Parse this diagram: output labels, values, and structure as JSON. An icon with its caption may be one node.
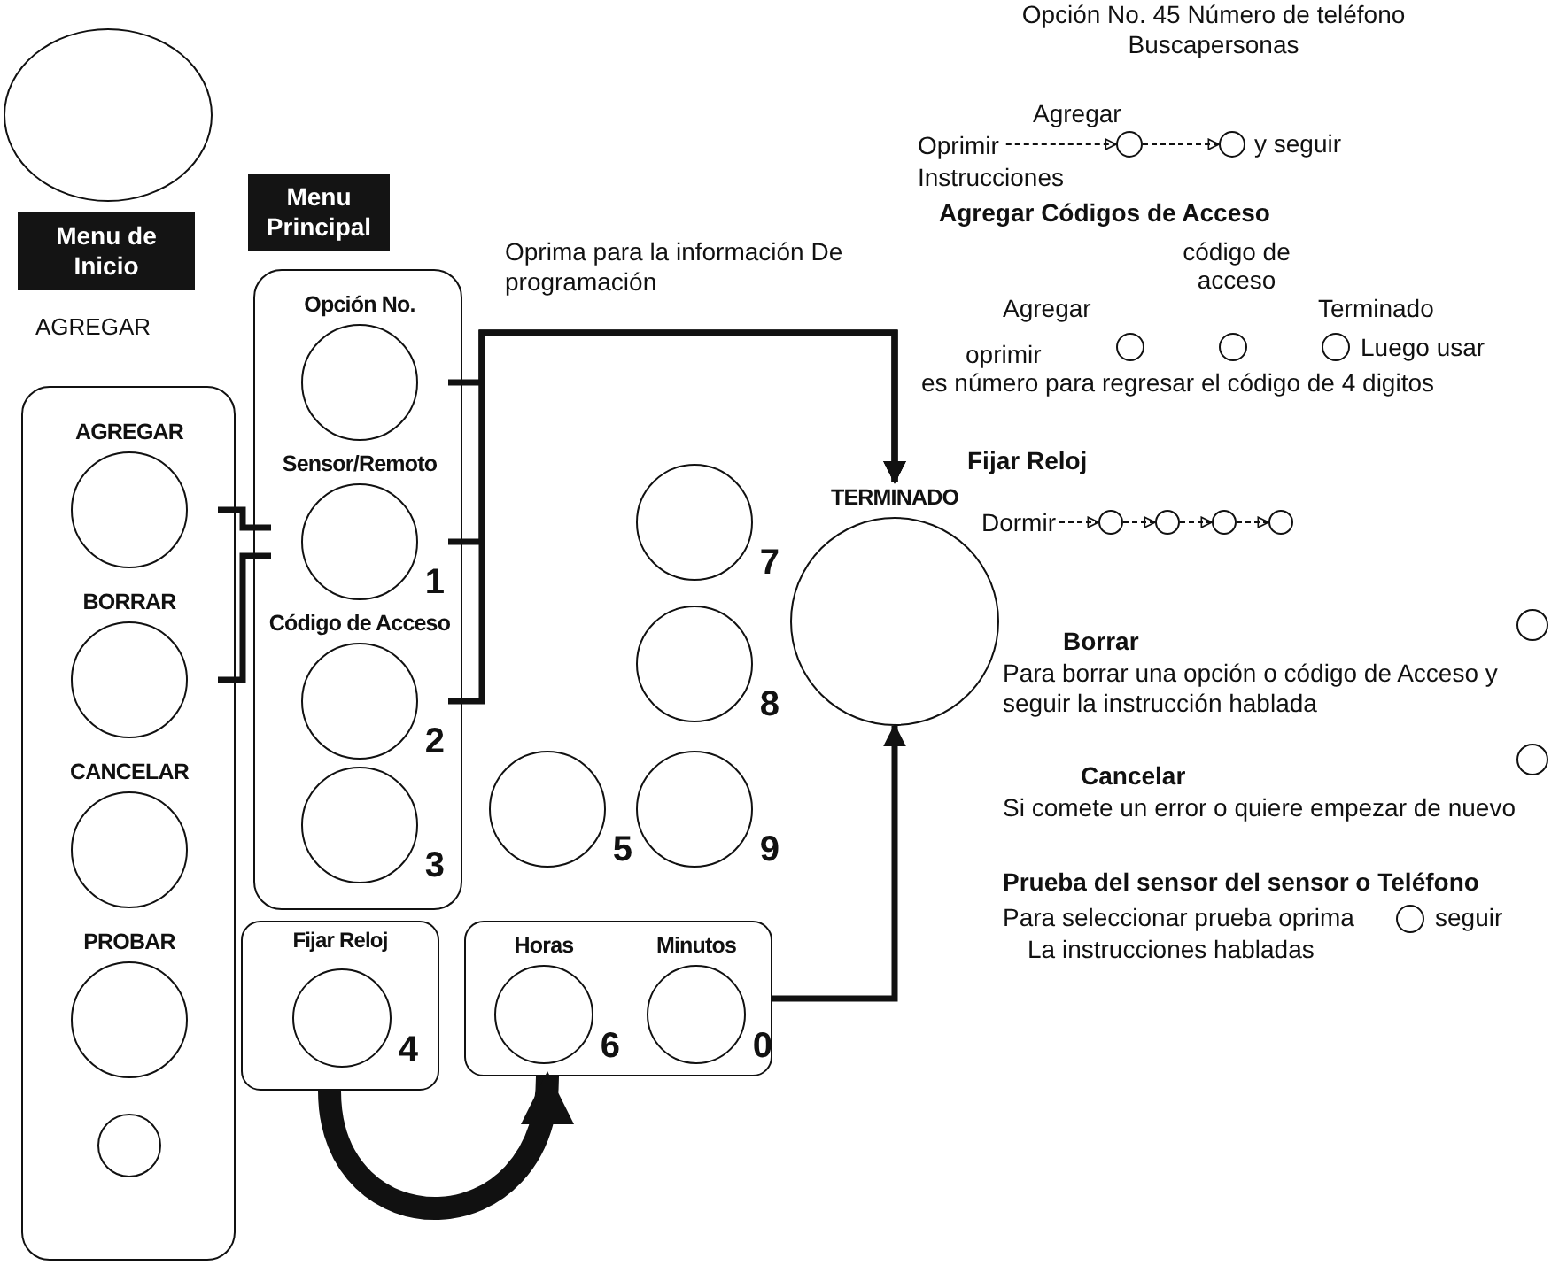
{
  "diagram": {
    "nodes": [
      {
        "text": [],
        "shape": "circle"
      },
      {
        "text": [],
        "shape": "box"
      },
      {
        "text": [
          "AGREGAR"
        ],
        "in": 1
      },
      {
        "text": [
          "BORRAR"
        ],
        "in": 1
      },
      {
        "text": [
          "CANCELAR"
        ],
        "in": 1
      },
      {
        "text": [
          "PROBAR"
        ],
        "in": 1
      },
      {
        "text": [],
        "shape": "circle",
        "in": 1
      },
      {
        "text": [],
        "shape": "box"
      },
      {
        "text": [
          "Opción No."
        ],
        "in": 7
      },
      {
        "text": [
          "Sensor/Remoto"
        ],
        "beside": [
          "1"
        ],
        "in": 7
      },
      {
        "text": [
          "Código de Acceso"
        ],
        "beside": [
          "2"
        ],
        "in": 7
      },
      {
        "text": [],
        "shape": "circle",
        "beside": [
          "3"
        ],
        "in": 7
      },
      {
        "text": [
          "Fijar Reloj"
        ]
      },
      {
        "text": [],
        "shape": "circle",
        "beside": [
          "4"
        ],
        "in": 12
      },
      {
        "text": [],
        "shape": "box"
      },
      {
        "text": [
          "Horas"
        ],
        "beside": [
          "6"
        ],
        "in": 14
      },
      {
        "text": [
          "Minutos"
        ],
        "beside": [
          "0"
        ],
        "in": 14
      },
      {
        "text": [],
        "shape": "circle",
        "beside": [
          "5"
        ]
      },
      {
        "text": [],
        "shape": "circle",
        "beside": [
          "7"
        ]
      },
      {
        "text": [],
        "shape": "circle",
        "beside": [
          "8"
        ]
      },
      {
        "text": [],
        "shape": "circle",
        "beside": [
          "9"
        ]
      },
      {
        "text": [
          "TERMINADO"
        ]
      },
      {
        "text": [],
        "shape": "circle",
        "beside": [
          "Agregar"
        ]
      },
      {
        "text": [],
        "shape": "circle"
      },
      {
        "text": [],
        "shape": "circle",
        "beside": [
          "Agregar"
        ]
      },
      {
        "text": [],
        "shape": "circle",
        "beside": [
          "código de acceso"
        ]
      },
      {
        "text": [],
        "shape": "circle",
        "beside": [
          "Terminado"
        ]
      },
      {
        "text": [],
        "shape": "circle"
      },
      {
        "text": [],
        "shape": "circle"
      },
      {
        "text": [],
        "shape": "circle"
      },
      {
        "text": [],
        "shape": "circle"
      },
      {
        "text": [],
        "shape": "circle"
      },
      {
        "text": [],
        "shape": "circle"
      },
      {
        "text": [],
        "shape": "circle"
      },
      {
        "text": [
          "Oprimir"
        ]
      },
      {
        "text": [
          "Dormir"
        ]
      }
    ],
    "edges": [
      {
        "from": 2,
        "to": 9,
        "arrow": "none"
      },
      {
        "from": 3,
        "to": 9,
        "arrow": "none"
      },
      {
        "from": 8,
        "to": 21,
        "arrow": "to"
      },
      {
        "from": 9,
        "to": 21,
        "arrow": "to"
      },
      {
        "from": 10,
        "to": 21,
        "arrow": "to"
      },
      {
        "from": 14,
        "to": 21,
        "arrow": "to"
      },
      {
        "from": 12,
        "to": 14,
        "arrow": "to",
        "style": "thick"
      },
      {
        "from": 34,
        "to": 22,
        "arrow": "to",
        "style": "dashed"
      },
      {
        "from": 22,
        "to": 23,
        "arrow": "to",
        "style": "dashed"
      },
      {
        "from": 35,
        "to": 27,
        "arrow": "to",
        "style": "dashed"
      },
      {
        "from": 27,
        "to": 28,
        "arrow": "to",
        "style": "dashed"
      },
      {
        "from": 28,
        "to": 29,
        "arrow": "to",
        "style": "dashed"
      },
      {
        "from": 29,
        "to": 30,
        "arrow": "to",
        "style": "dashed"
      }
    ],
    "labels": [
      "Opción No. 45 Número de teléfono",
      "Buscapersonas",
      "y seguir",
      "Instrucciones",
      "Agregar Códigos de Acceso",
      "oprimir",
      "Luego usar",
      "es número para regresar el código de 4 digitos",
      "Fijar Reloj",
      "Borrar",
      "Para borrar una opción  o código de Acceso y seguir la instrucción hablada",
      "Cancelar",
      "Si comete un error o quiere empezar de nuevo",
      "Prueba del sensor del sensor o Teléfono",
      "Para seleccionar prueba oprima",
      "seguir",
      "La instrucciones habladas",
      "Menu de Inicio",
      "AGREGAR",
      "Menu Principal",
      "Oprima para la información De programación"
    ]
  }
}
